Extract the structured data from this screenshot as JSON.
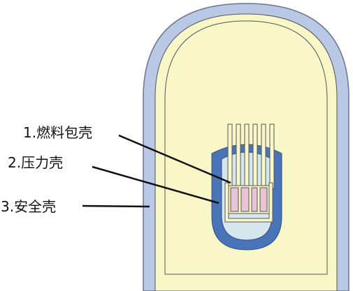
{
  "labels": {
    "fuel_cladding": "1.燃料包壳",
    "pressure_vessel": "2.压力壳",
    "containment": "3.安全壳"
  },
  "colors": {
    "containment_outer": "#b9c8e4",
    "containment_inner": "#f9f7c8",
    "vessel_wall": "#4a74b8",
    "vessel_inner": "#d5e6ed",
    "fuel_fill": "#e8c4d6",
    "fuel_frame": "#f9f7c8",
    "outline": "#555555",
    "leader": "#111111"
  }
}
